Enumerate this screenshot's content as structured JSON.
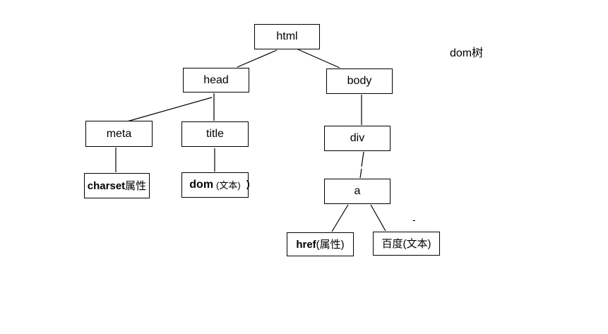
{
  "diagram": {
    "caption": "dom树",
    "nodes": {
      "html": {
        "label": "html"
      },
      "head": {
        "label": "head"
      },
      "body": {
        "label": "body"
      },
      "meta": {
        "label": "meta"
      },
      "title": {
        "label": "title"
      },
      "div": {
        "label": "div"
      },
      "a": {
        "label": "a"
      },
      "charset": {
        "main": "charset",
        "sub": "属性"
      },
      "dom": {
        "main": "dom",
        "sub": "(文本)"
      },
      "href": {
        "main": "href",
        "sub": "(属性)"
      },
      "baidu": {
        "label": "百度(文本)"
      }
    },
    "stray_marks": {
      "paren": ")",
      "dash": "-"
    },
    "edges": [
      {
        "from": "html",
        "to": "head"
      },
      {
        "from": "html",
        "to": "body"
      },
      {
        "from": "head",
        "to": "meta"
      },
      {
        "from": "head",
        "to": "title"
      },
      {
        "from": "meta",
        "to": "charset"
      },
      {
        "from": "title",
        "to": "dom"
      },
      {
        "from": "body",
        "to": "div"
      },
      {
        "from": "div",
        "to": "a"
      },
      {
        "from": "a",
        "to": "href"
      },
      {
        "from": "a",
        "to": "baidu"
      }
    ]
  },
  "colors": {
    "background": "#ffffff",
    "line": "#000000",
    "box_border": "#000000",
    "text": "#000000"
  }
}
